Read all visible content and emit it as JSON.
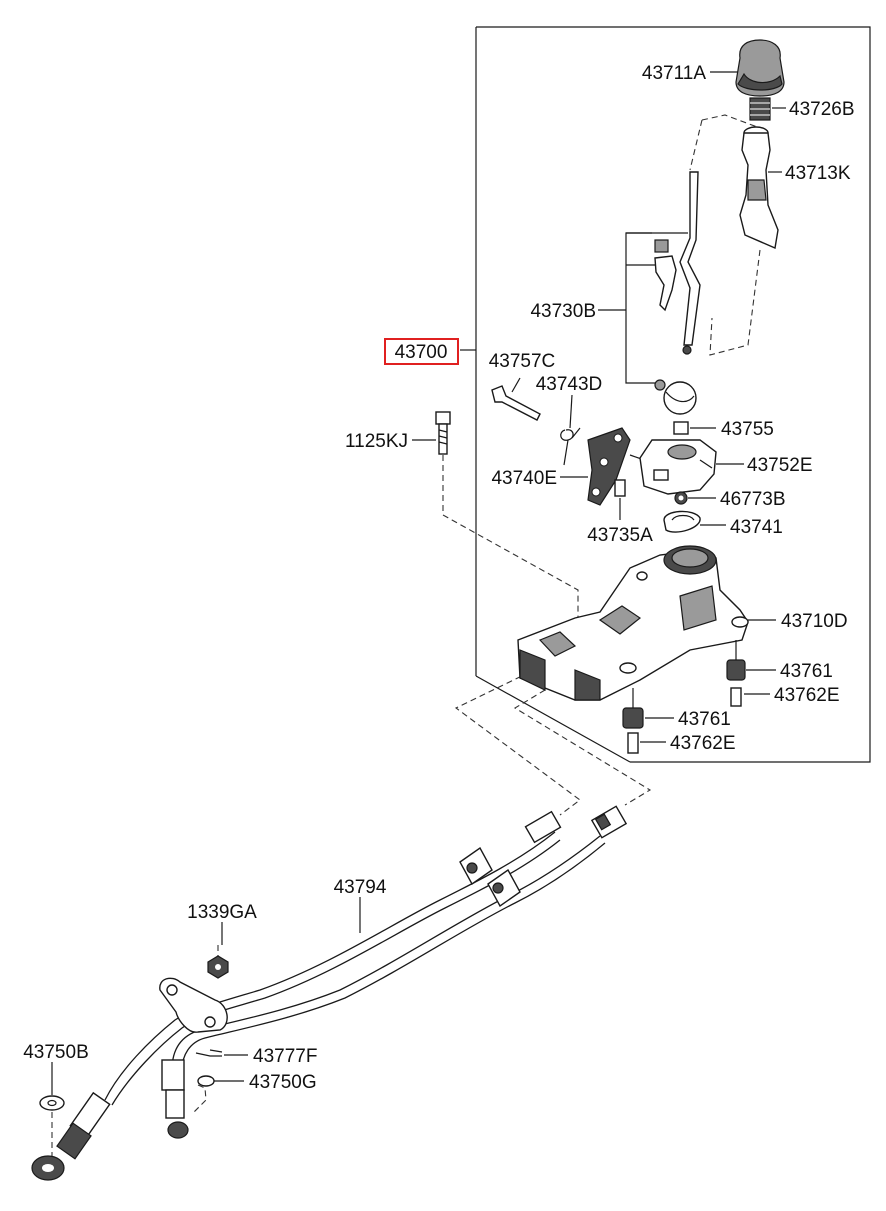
{
  "callouts": {
    "assembly": "43700",
    "knob": "43711A",
    "spring": "43726B",
    "boot": "43713K",
    "lever": "43730B",
    "pin_c": "43757C",
    "spring_d": "43743D",
    "bolt": "1125KJ",
    "bracket": "43740E",
    "bushing_55": "43755",
    "housing_e": "43752E",
    "washer_b": "46773B",
    "collar": "43735A",
    "clip": "43741",
    "base": "43710D",
    "bushing_right": "43761",
    "sleeve_right": "43762E",
    "bushing_bottom": "43761",
    "sleeve_bottom": "43762E",
    "cable": "43794",
    "nut": "1339GA",
    "washer_left": "43750B",
    "cotter_pin": "43777F",
    "washer_g": "43750G"
  },
  "colors": {
    "highlight": "#e02020",
    "line": "#1a1a1a"
  }
}
